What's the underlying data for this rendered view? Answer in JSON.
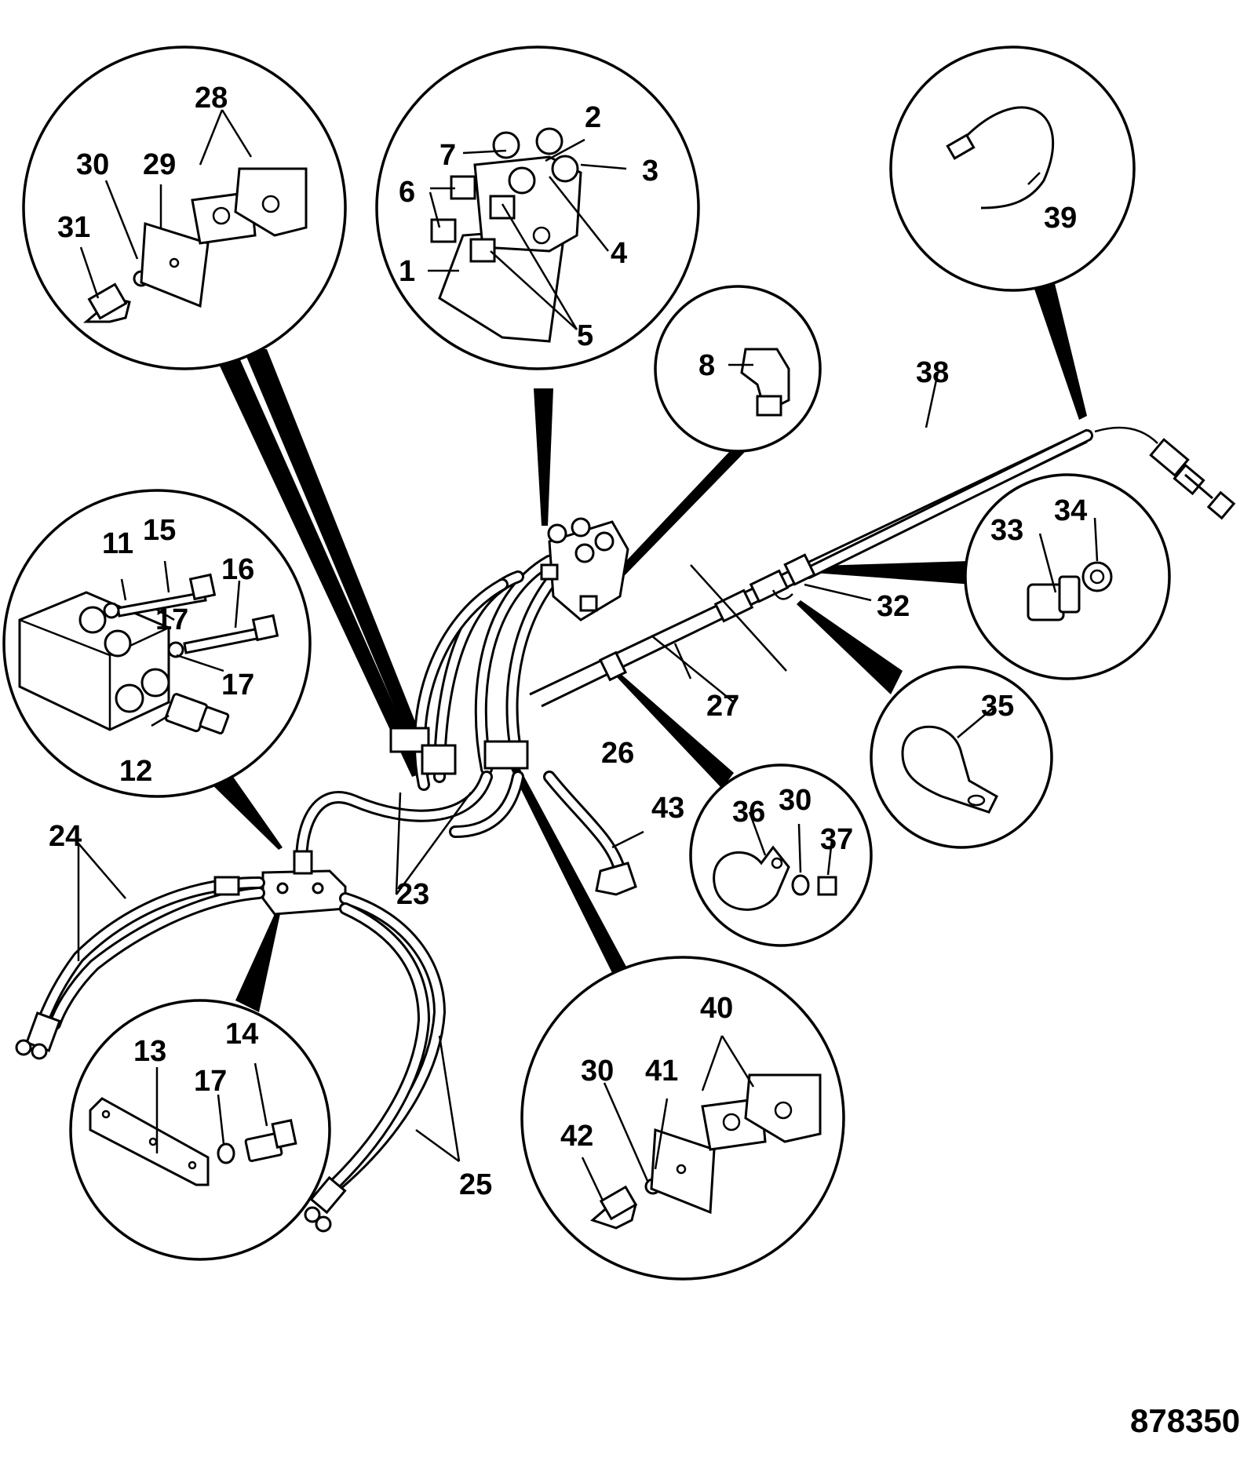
{
  "diagram": {
    "reference_number": "878350",
    "part_labels": {
      "p1": "1",
      "p2": "2",
      "p3": "3",
      "p4": "4",
      "p5": "5",
      "p6": "6",
      "p7": "7",
      "p8": "8",
      "p11": "11",
      "p12": "12",
      "p13": "13",
      "p14": "14",
      "p15": "15",
      "p16": "16",
      "p17a": "17",
      "p17b": "17",
      "p17c": "17",
      "p23": "23",
      "p24": "24",
      "p25": "25",
      "p26": "26",
      "p27": "27",
      "p28": "28",
      "p29": "29",
      "p30a": "30",
      "p30b": "30",
      "p30c": "30",
      "p31": "31",
      "p32": "32",
      "p33": "33",
      "p34": "34",
      "p35": "35",
      "p36": "36",
      "p37": "37",
      "p38": "38",
      "p39": "39",
      "p40": "40",
      "p41": "41",
      "p42": "42",
      "p43": "43"
    }
  }
}
